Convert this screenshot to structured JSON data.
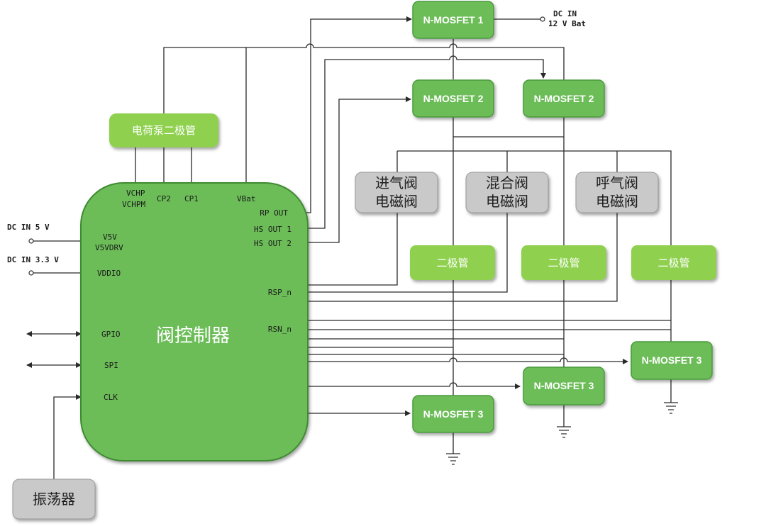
{
  "controller": {
    "title": "阀控制器",
    "left_pins": [
      "V5V",
      "V5VDRV",
      "VDDIO",
      "GPIO",
      "SPI",
      "CLK"
    ],
    "top_pins": [
      "VCHP",
      "VCHPM",
      "CP2",
      "CP1",
      "VBat"
    ],
    "right_pins": [
      "RP OUT",
      "HS OUT 1",
      "HS OUT 2",
      "RSP_n",
      "RSN_n"
    ]
  },
  "inputs": {
    "dc5": "DC IN 5 V",
    "dc33": "DC IN 3.3 V",
    "dc12_line1": "DC IN",
    "dc12_line2": "12 V Bat"
  },
  "charge_pump": "电荷泵二极管",
  "oscillator": "振荡器",
  "mosfets": {
    "m1": "N-MOSFET 1",
    "m2a": "N-MOSFET 2",
    "m2b": "N-MOSFET 2",
    "m3a": "N-MOSFET 3",
    "m3b": "N-MOSFET 3",
    "m3c": "N-MOSFET 3"
  },
  "valves": [
    {
      "line1": "进气阀",
      "line2": "电磁阀"
    },
    {
      "line1": "混合阀",
      "line2": "电磁阀"
    },
    {
      "line1": "呼气阀",
      "line2": "电磁阀"
    }
  ],
  "diodes": [
    "二极管",
    "二极管",
    "二极管"
  ],
  "colors": {
    "green_fill": "#6cbd58",
    "green_stroke": "#4a9a3c",
    "lime_fill": "#8fd14f",
    "gray_fill": "#c9c9c9",
    "wire": "#2a2a2a"
  }
}
